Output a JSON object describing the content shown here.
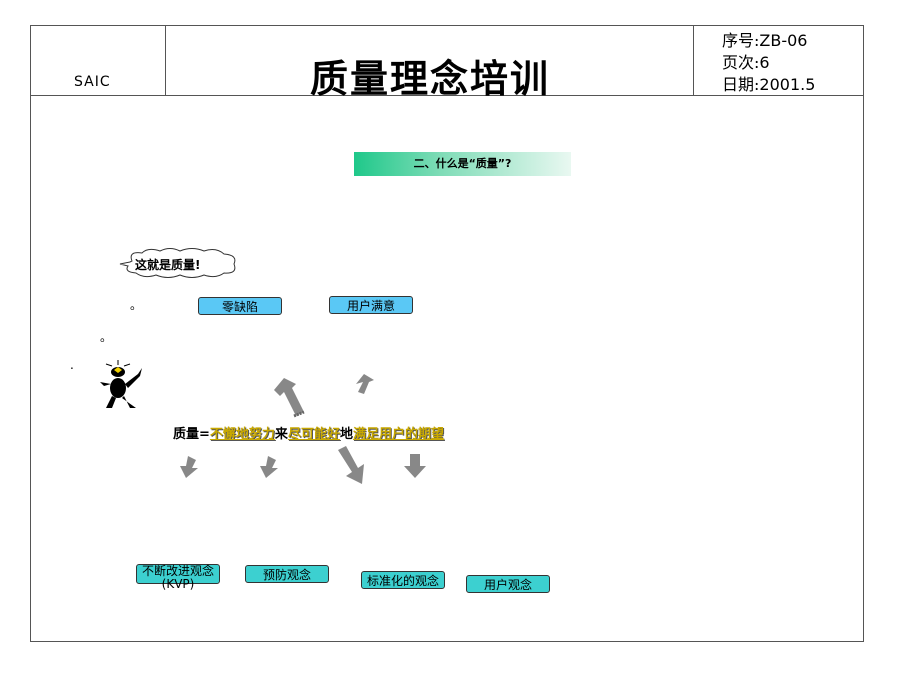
{
  "header": {
    "company": "SAIC",
    "title": "质量理念培训",
    "serial_label": "序号:",
    "serial_value": "ZB-06",
    "page_label": "页次:",
    "page_value": "6",
    "date_label": "日期:",
    "date_value": "2001.5"
  },
  "section": {
    "title": "二、什么是“质量”?"
  },
  "speech_bubble": "这就是质量!",
  "dots": [
    "。",
    "。",
    "."
  ],
  "top_boxes": [
    "零缺陷",
    "用户满意"
  ],
  "formula": {
    "prefix": "质量=",
    "part1": "不懈地努力",
    "conn1": "来",
    "part2": "尽可能好",
    "conn2": "地",
    "part3": "满足用户的期望"
  },
  "bottom_boxes": [
    "不断改进观念(KVP)",
    "预防观念",
    "标准化的观念",
    "用户观念"
  ],
  "colors": {
    "banner": "#1fc88a",
    "top_box": "#5ac8f5",
    "bottom_box": "#3cd0d0",
    "highlight": "#c8a800"
  },
  "icons": [
    "thinking-cloud-icon",
    "stick-figure-icon",
    "arrow-icon"
  ]
}
